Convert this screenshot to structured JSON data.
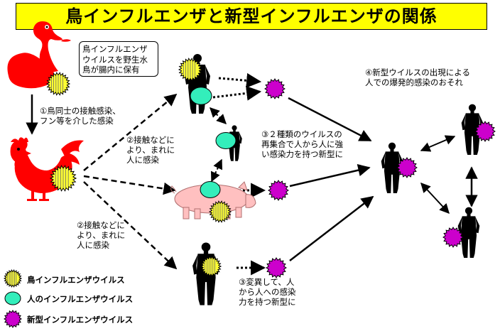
{
  "title": "鳥インフルエンザと新型インフルエンザの関係",
  "labels": {
    "wild_bird_note": [
      "鳥インフルエンザ",
      "ウイルスを野生水",
      "鳥が腸内に保有"
    ],
    "step1": [
      "①鳥同士の接触感染、",
      "フン等を介した感染"
    ],
    "step2_upper": [
      "②接触などに",
      "より、まれに",
      "人に感染"
    ],
    "step2_lower": [
      "②接触などに",
      "より、まれに",
      "人に感染"
    ],
    "step3_reassort": [
      "③２種類のウイルスの",
      "再集合で人から人に強",
      "い感染力を持つ新型に"
    ],
    "step3_mutate": [
      "③変異して、人",
      "から人への感染",
      "力を持つ新型に"
    ],
    "step4": [
      "④新型ウイルスの出現による",
      "人での爆発的感染のおそれ"
    ]
  },
  "legend": [
    {
      "label": "鳥インフルエンザウイルス",
      "color": "#ffff33",
      "icon": "bird-flu-virus-icon"
    },
    {
      "label": "人のインフルエンザウイルス",
      "color": "#33eebb",
      "icon": "human-flu-virus-icon"
    },
    {
      "label": "新型インフルエンザウイルス",
      "color": "#cc00cc",
      "icon": "new-flu-virus-icon"
    }
  ],
  "colors": {
    "title_bg": "#ffff00",
    "bird": "#ff0000",
    "pig": "#ffc0c0"
  }
}
